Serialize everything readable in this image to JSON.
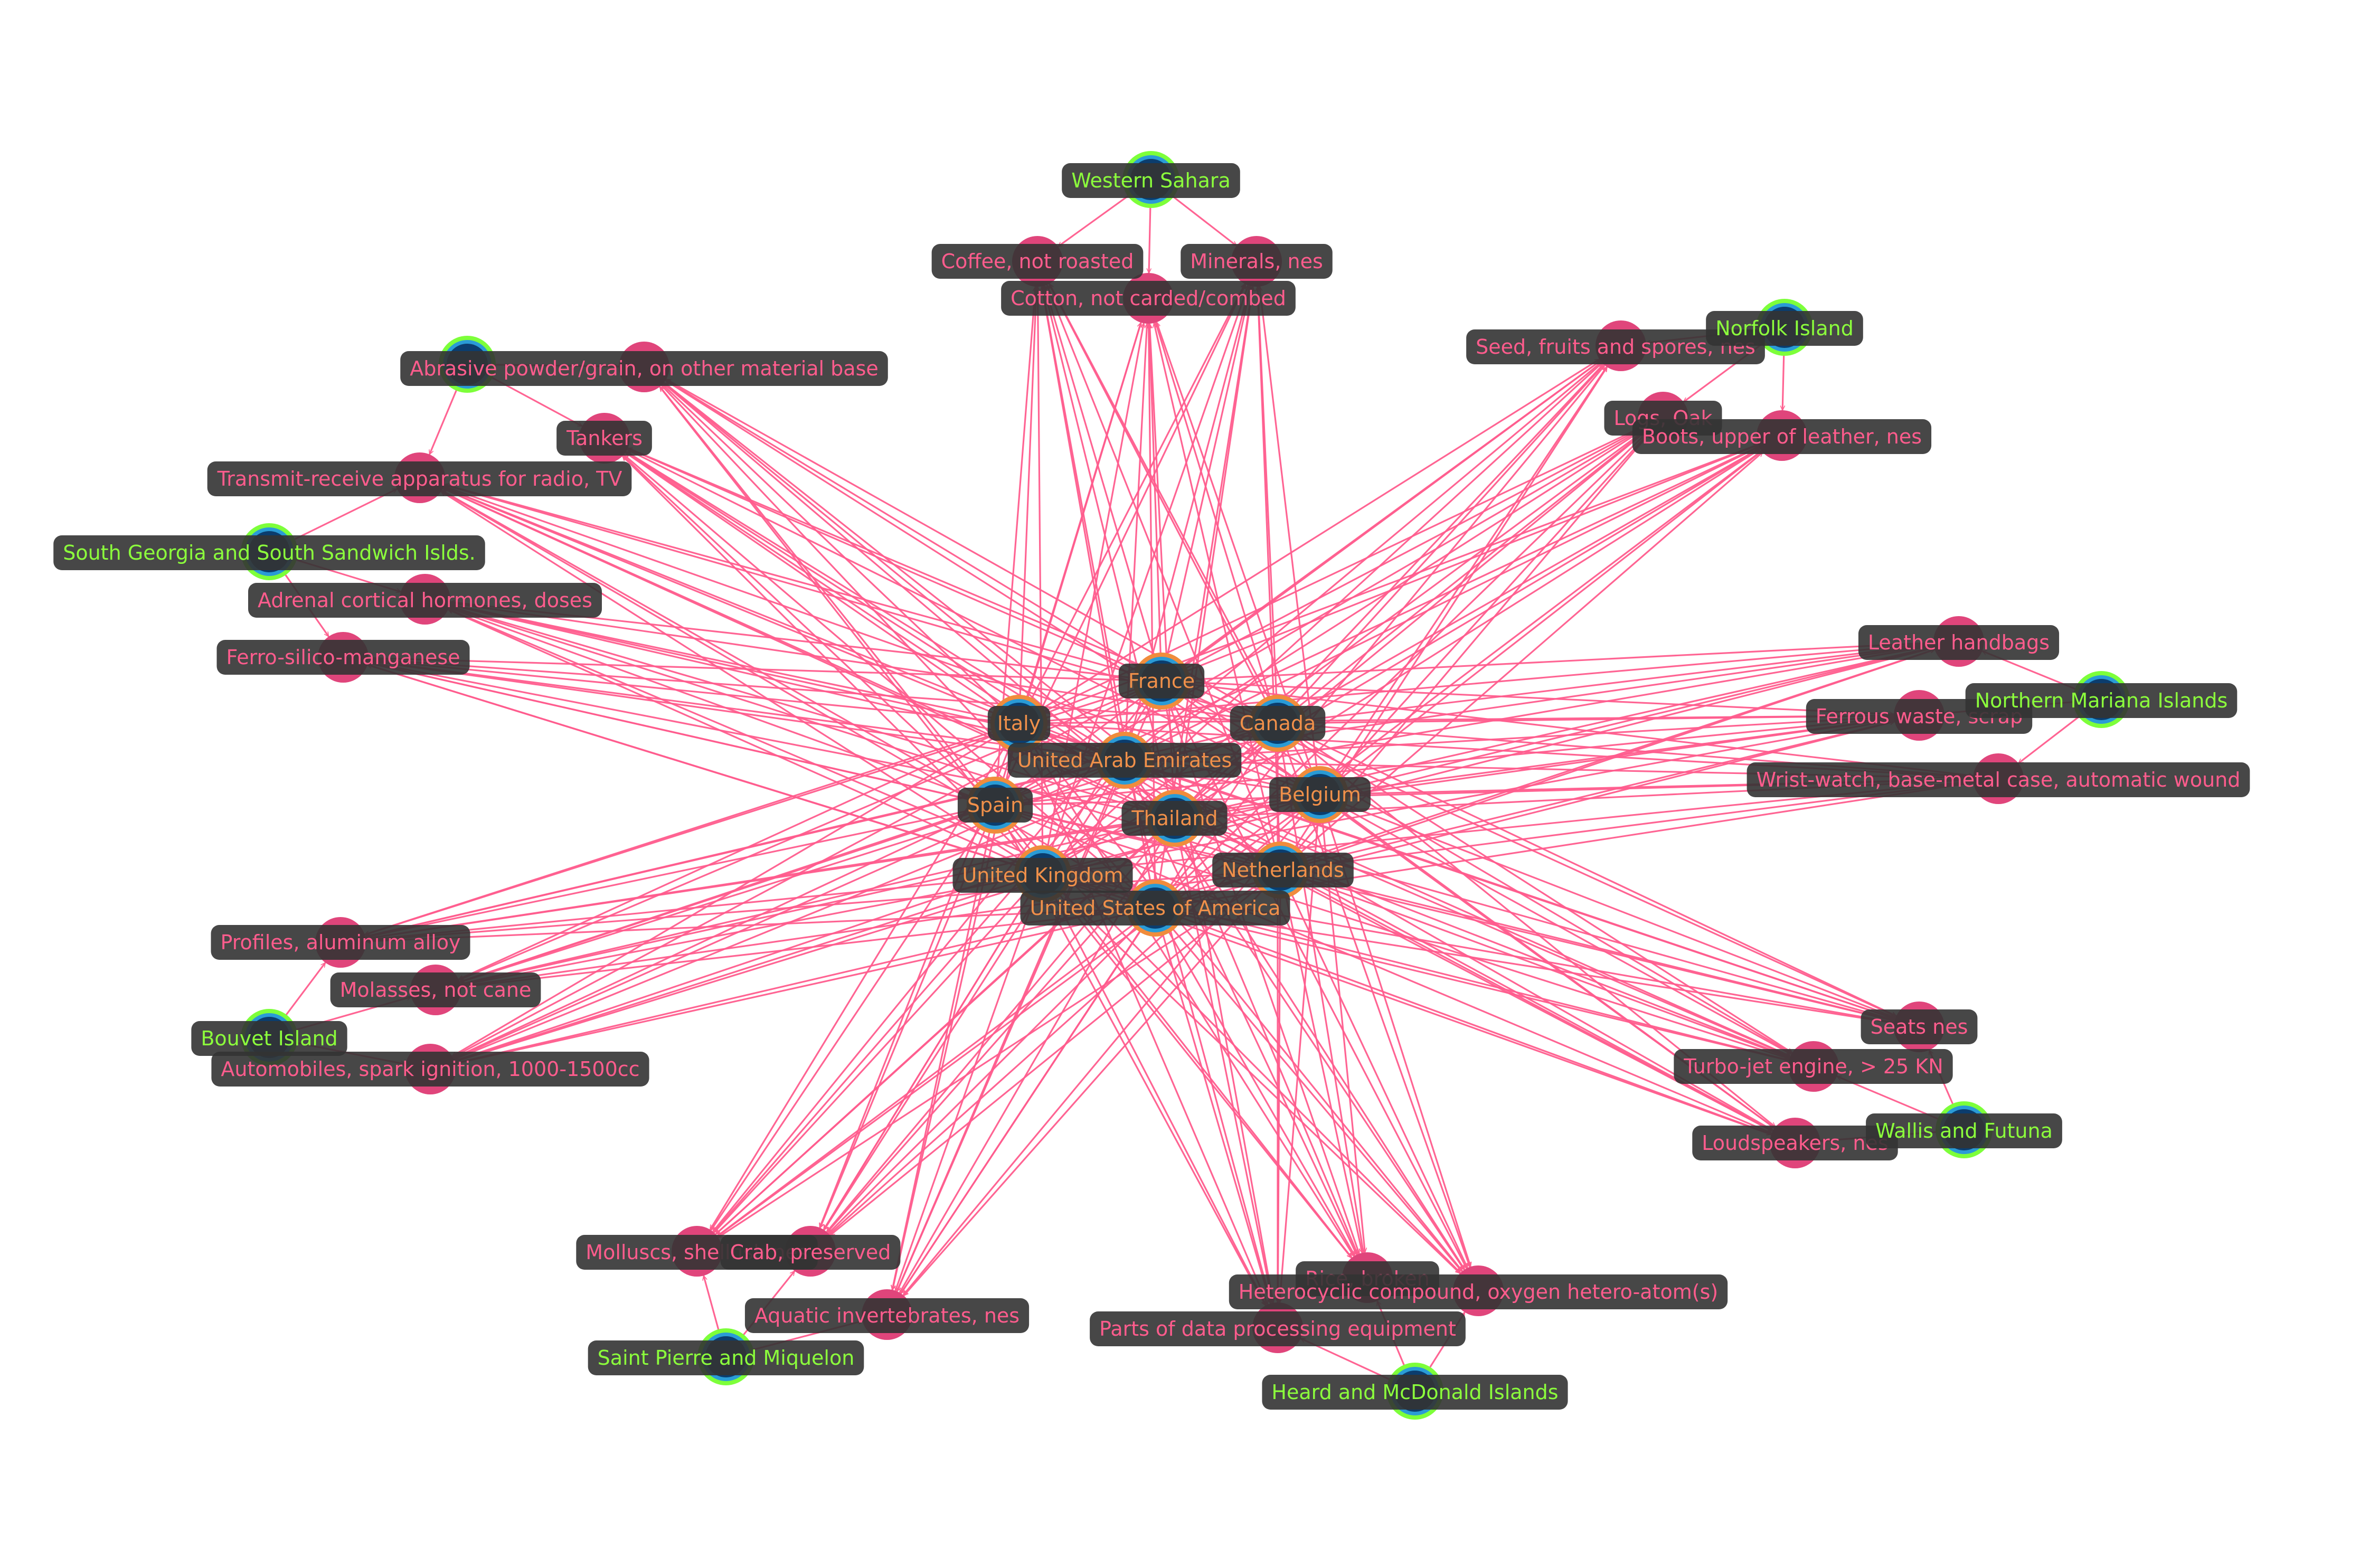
{
  "colors": {
    "edge": "#ff5c8d",
    "product_node": "#e0457b",
    "country_node": "#0b3d6e",
    "hub_ring": "#f08c3c",
    "outer_ring": "#7dff3a",
    "hub_text": "#f0904a",
    "outer_text": "#8cff3c",
    "product_text": "#ff5c8d",
    "label_bg": "#333333"
  },
  "hubs": [
    {
      "id": "h_france",
      "label": "France"
    },
    {
      "id": "h_italy",
      "label": "Italy"
    },
    {
      "id": "h_canada",
      "label": "Canada"
    },
    {
      "id": "h_uae",
      "label": "United Arab Emirates"
    },
    {
      "id": "h_spain",
      "label": "Spain"
    },
    {
      "id": "h_belgium",
      "label": "Belgium"
    },
    {
      "id": "h_thailand",
      "label": "Thailand"
    },
    {
      "id": "h_uk",
      "label": "United Kingdom"
    },
    {
      "id": "h_netherlands",
      "label": "Netherlands"
    },
    {
      "id": "h_usa",
      "label": "United States of America"
    }
  ],
  "outer_countries": [
    {
      "id": "c_ws",
      "label": "Western Sahara"
    },
    {
      "id": "c_nf",
      "label": "Norfolk Island"
    },
    {
      "id": "c_sg",
      "label": "South Georgia and South Sandwich Islds."
    },
    {
      "id": "c_ab",
      "label": ""
    },
    {
      "id": "c_nm",
      "label": "Northern Mariana Islands"
    },
    {
      "id": "c_bv",
      "label": "Bouvet Island"
    },
    {
      "id": "c_wf",
      "label": "Wallis and Futuna"
    },
    {
      "id": "c_hm",
      "label": "Heard and McDonald Islands"
    },
    {
      "id": "c_pm",
      "label": "Saint Pierre and Miquelon"
    }
  ],
  "products": [
    {
      "id": "p_coffee",
      "label": "Coffee, not roasted"
    },
    {
      "id": "p_minerals",
      "label": "Minerals, nes"
    },
    {
      "id": "p_cotton",
      "label": "Cotton, not carded/combed"
    },
    {
      "id": "p_seed",
      "label": "Seed, fruits and spores, nes"
    },
    {
      "id": "p_logs",
      "label": "Logs, Oak"
    },
    {
      "id": "p_boots",
      "label": "Boots, upper of leather, nes"
    },
    {
      "id": "p_abrasive",
      "label": "Abrasive powder/grain, on other material base"
    },
    {
      "id": "p_tankers",
      "label": "Tankers"
    },
    {
      "id": "p_transmit",
      "label": "Transmit-receive apparatus for radio, TV"
    },
    {
      "id": "p_adrenal",
      "label": "Adrenal cortical hormones, doses"
    },
    {
      "id": "p_ferro_si",
      "label": "Ferro-silico-manganese"
    },
    {
      "id": "p_handbags",
      "label": "Leather handbags"
    },
    {
      "id": "p_ferrous",
      "label": "Ferrous waste, scrap"
    },
    {
      "id": "p_watch",
      "label": "Wrist-watch, base-metal case, automatic wound"
    },
    {
      "id": "p_profiles",
      "label": "Profiles, aluminum alloy"
    },
    {
      "id": "p_molasses",
      "label": "Molasses, not cane"
    },
    {
      "id": "p_autos",
      "label": "Automobiles, spark ignition, 1000-1500cc"
    },
    {
      "id": "p_seats",
      "label": "Seats nes"
    },
    {
      "id": "p_turbojet",
      "label": "Turbo-jet engine, > 25 KN"
    },
    {
      "id": "p_speakers",
      "label": "Loudspeakers, nes"
    },
    {
      "id": "p_molluscs",
      "label": "Molluscs, shellfish nes"
    },
    {
      "id": "p_crab",
      "label": "Crab, preserved"
    },
    {
      "id": "p_aquatic",
      "label": "Aquatic invertebrates, nes"
    },
    {
      "id": "p_rice",
      "label": "Rice, broken"
    },
    {
      "id": "p_hetero",
      "label": "Heterocyclic compound, oxygen hetero-atom(s)"
    },
    {
      "id": "p_parts",
      "label": "Parts of data processing equipment"
    }
  ],
  "outer_edges": [
    [
      "c_ws",
      "p_coffee"
    ],
    [
      "c_ws",
      "p_minerals"
    ],
    [
      "c_ws",
      "p_cotton"
    ],
    [
      "c_nf",
      "p_seed"
    ],
    [
      "c_nf",
      "p_logs"
    ],
    [
      "c_nf",
      "p_boots"
    ],
    [
      "c_ab",
      "p_abrasive"
    ],
    [
      "c_ab",
      "p_tankers"
    ],
    [
      "c_ab",
      "p_transmit"
    ],
    [
      "c_sg",
      "p_transmit"
    ],
    [
      "c_sg",
      "p_adrenal"
    ],
    [
      "c_sg",
      "p_ferro_si"
    ],
    [
      "c_nm",
      "p_handbags"
    ],
    [
      "c_nm",
      "p_ferrous"
    ],
    [
      "c_nm",
      "p_watch"
    ],
    [
      "c_bv",
      "p_profiles"
    ],
    [
      "c_bv",
      "p_molasses"
    ],
    [
      "c_bv",
      "p_autos"
    ],
    [
      "c_wf",
      "p_seats"
    ],
    [
      "c_wf",
      "p_turbojet"
    ],
    [
      "c_wf",
      "p_speakers"
    ],
    [
      "c_hm",
      "p_rice"
    ],
    [
      "c_hm",
      "p_hetero"
    ],
    [
      "c_hm",
      "p_parts"
    ],
    [
      "c_pm",
      "p_molluscs"
    ],
    [
      "c_pm",
      "p_crab"
    ],
    [
      "c_pm",
      "p_aquatic"
    ]
  ],
  "hub_edges": "all hubs to all products"
}
